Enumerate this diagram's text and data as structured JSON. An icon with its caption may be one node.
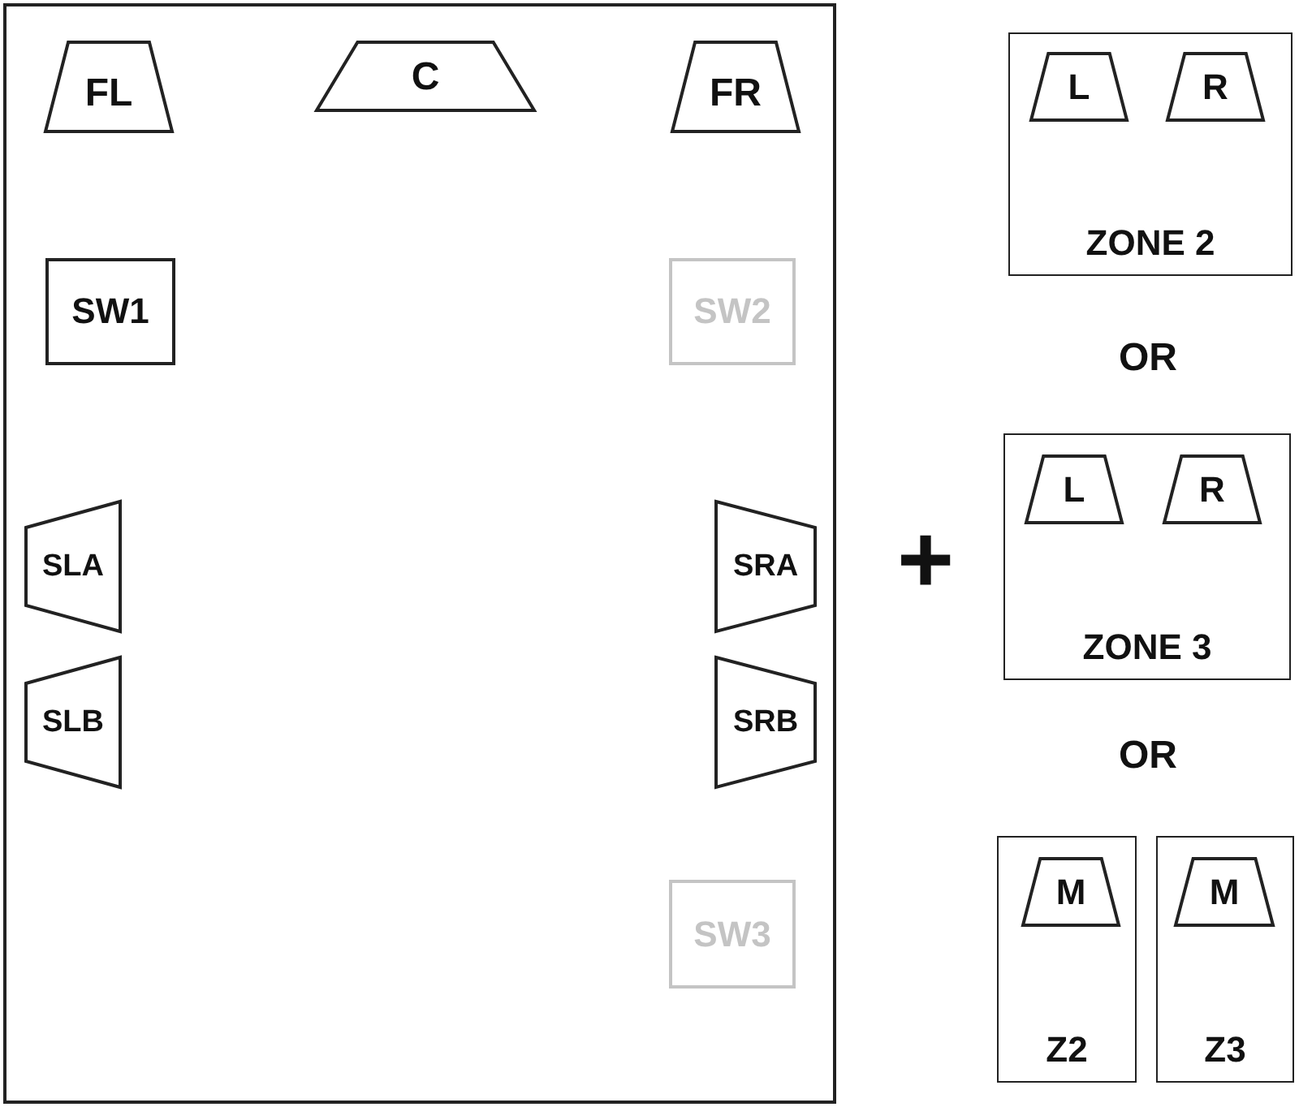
{
  "diagram": {
    "nodes": [
      {
        "text": [],
        "shape": "box"
      },
      {
        "text": [
          "FL"
        ],
        "in": 0
      },
      {
        "text": [
          "C"
        ],
        "in": 0
      },
      {
        "text": [
          "FR"
        ],
        "in": 0
      },
      {
        "text": [
          "SW1"
        ],
        "in": 0
      },
      {
        "text": [
          "SW2"
        ],
        "in": 0
      },
      {
        "text": [
          "SLA"
        ],
        "in": 0
      },
      {
        "text": [
          "SRA"
        ],
        "in": 0
      },
      {
        "text": [
          "SLB"
        ],
        "in": 0
      },
      {
        "text": [
          "SRB"
        ],
        "in": 0
      },
      {
        "text": [
          "SW3"
        ],
        "in": 0
      },
      {
        "text": [
          "ZONE 2"
        ]
      },
      {
        "text": [
          "L"
        ],
        "in": 11
      },
      {
        "text": [
          "R"
        ],
        "in": 11
      },
      {
        "text": [
          "ZONE 3"
        ]
      },
      {
        "text": [
          "L"
        ],
        "in": 14
      },
      {
        "text": [
          "R"
        ],
        "in": 14
      },
      {
        "text": [
          "Z2"
        ]
      },
      {
        "text": [
          "M"
        ],
        "in": 17
      },
      {
        "text": [
          "Z3"
        ]
      },
      {
        "text": [
          "M"
        ],
        "in": 19
      }
    ],
    "edges": [],
    "labels": [
      "OR",
      "+",
      "OR"
    ]
  }
}
